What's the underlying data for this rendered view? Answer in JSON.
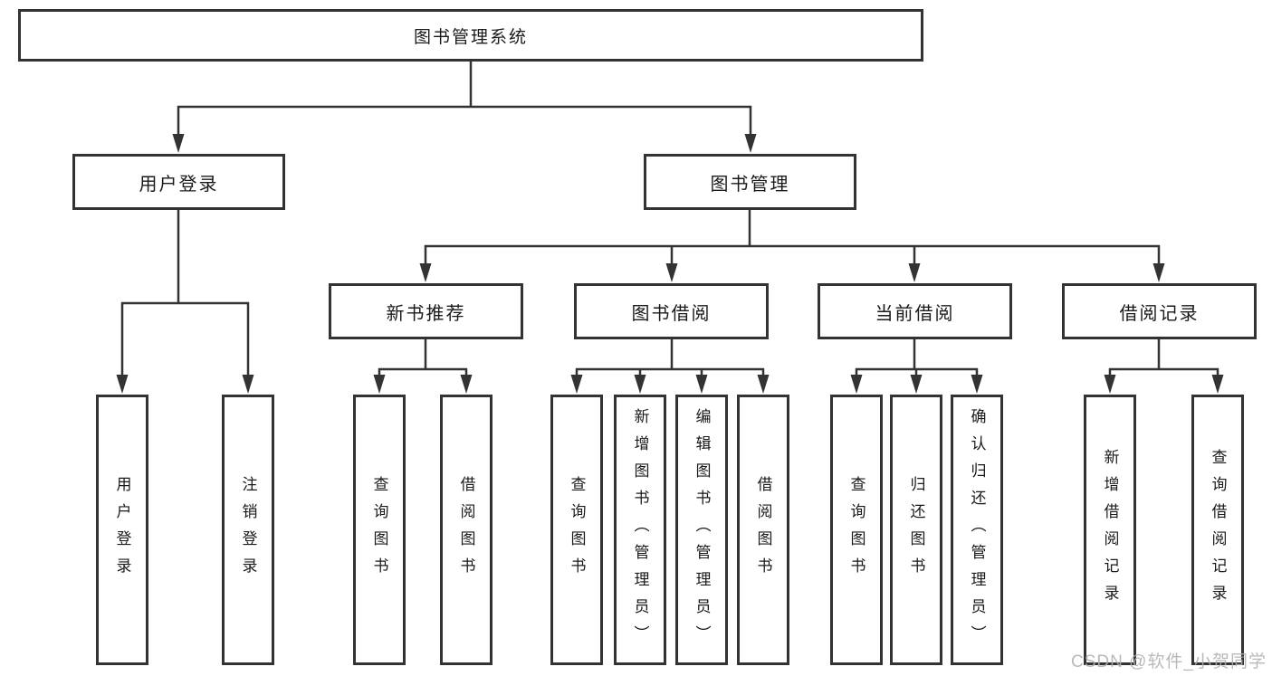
{
  "diagram": {
    "root": {
      "label": "图书管理系统"
    },
    "branches": [
      {
        "label": "用户登录",
        "children": [
          {
            "label": "用户登录"
          },
          {
            "label": "注销登录"
          }
        ]
      },
      {
        "label": "图书管理",
        "children": [
          {
            "label": "新书推荐",
            "children": [
              {
                "label": "查询图书"
              },
              {
                "label": "借阅图书"
              }
            ]
          },
          {
            "label": "图书借阅",
            "children": [
              {
                "label": "查询图书"
              },
              {
                "label": "新增图书（管理员）"
              },
              {
                "label": "编辑图书（管理员）"
              },
              {
                "label": "借阅图书"
              }
            ]
          },
          {
            "label": "当前借阅",
            "children": [
              {
                "label": "查询图书"
              },
              {
                "label": "归还图书"
              },
              {
                "label": "确认归还（管理员）"
              }
            ]
          },
          {
            "label": "借阅记录",
            "children": [
              {
                "label": "新增借阅记录"
              },
              {
                "label": "查询借阅记录"
              }
            ]
          }
        ]
      }
    ]
  },
  "watermark": {
    "text": "CSDN @软件_小贺同学"
  },
  "colors": {
    "line": "#333333",
    "border": "#333333",
    "text": "#1a1a1a",
    "background": "#ffffff",
    "watermark": "#afafaf"
  }
}
